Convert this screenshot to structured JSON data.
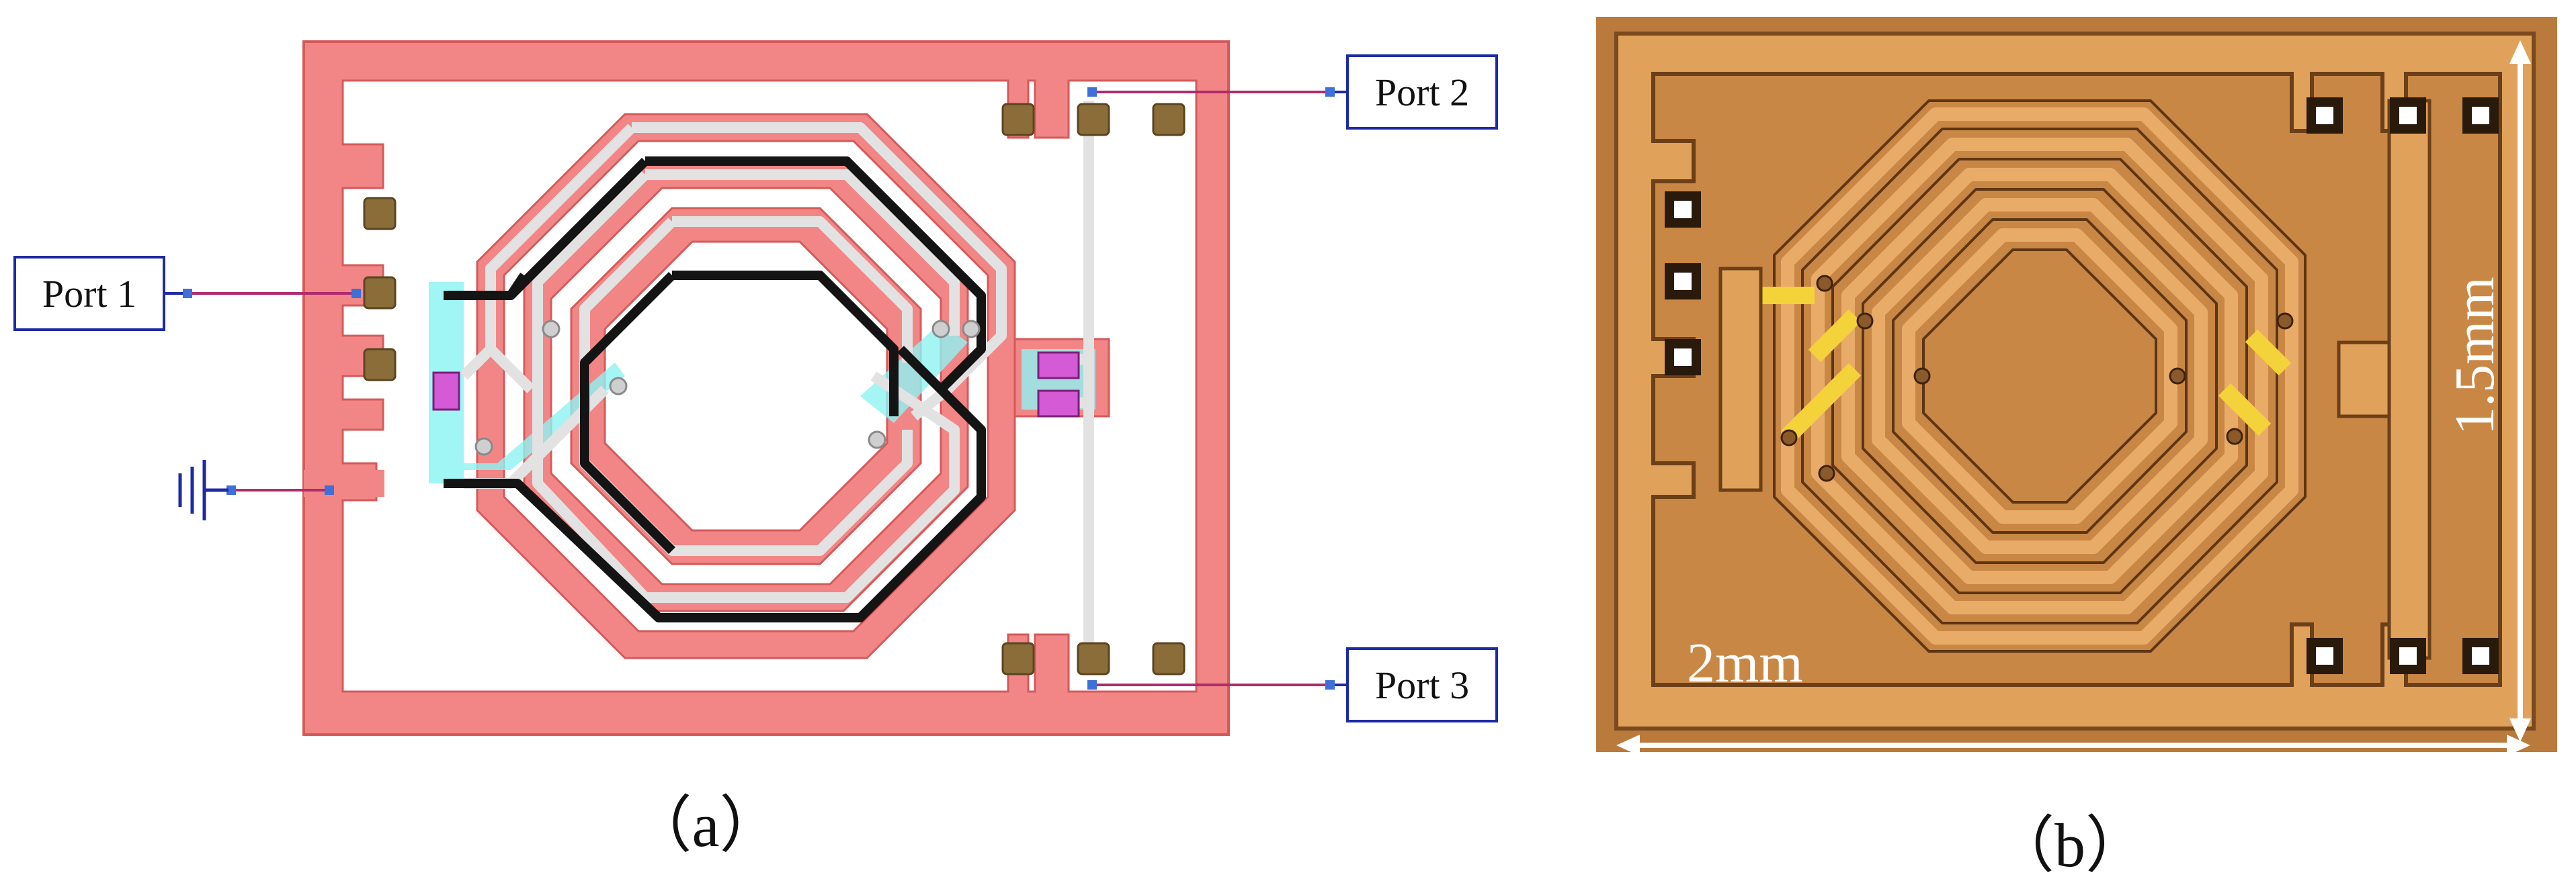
{
  "panel_a": {
    "ports": [
      {
        "id": "port-1",
        "label": "Port 1"
      },
      {
        "id": "port-2",
        "label": "Port 2"
      },
      {
        "id": "port-3",
        "label": "Port 3"
      }
    ],
    "caption": "（a）"
  },
  "panel_b": {
    "width_label": "2mm",
    "height_label": "1.5mm",
    "caption": "（b）"
  },
  "colors": {
    "metal_layout": "#f28686",
    "pad": "#8b6d3a",
    "trace_light": "#e2e2e2",
    "trace_dark": "#141414",
    "via_cyan": "#8ff3f3",
    "port_box": "#1d2aa6",
    "port_line": "#b02a6e",
    "die_bg": "#c98745",
    "die_metal": "#e0a25a",
    "gold": "#f3d23a"
  }
}
